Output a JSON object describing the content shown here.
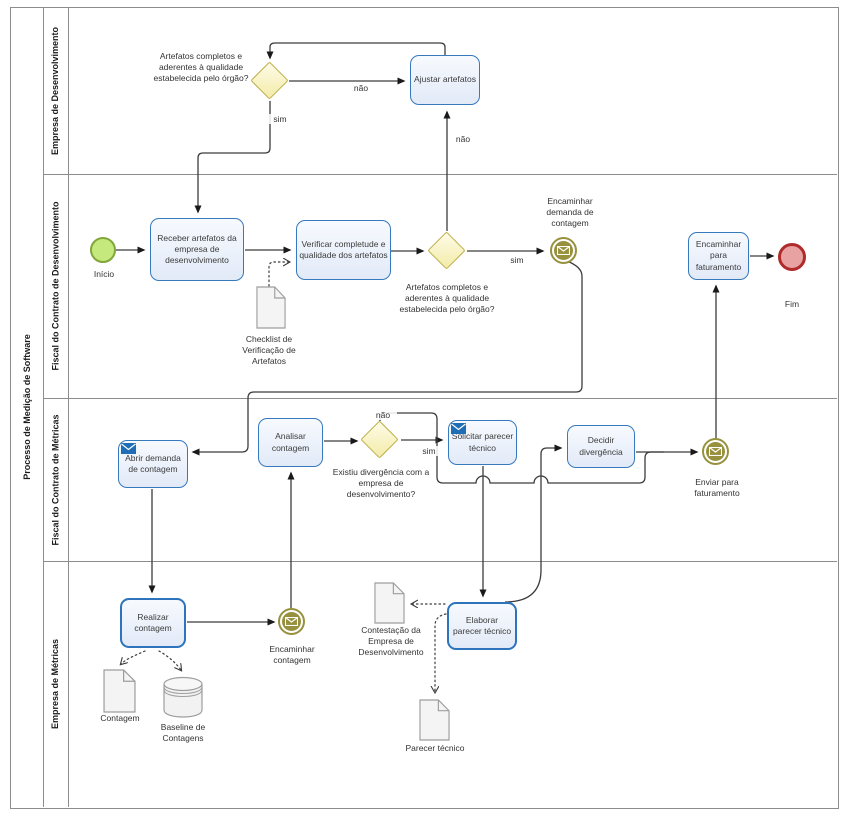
{
  "pool": {
    "title": "Processo de Medição de Software"
  },
  "lanes": [
    {
      "label": "Empresa de Desenvolvimento"
    },
    {
      "label": "Fiscal do Contrato de Desenvolvimento"
    },
    {
      "label": "Fiscal do Contrato de Métricas"
    },
    {
      "label": "Empresa de Métricas"
    }
  ],
  "tasks": {
    "ajustar": "Ajustar artefatos",
    "receber": "Receber artefatos da empresa de desenvolvimento",
    "verificar": "Verificar completude e qualidade dos artefatos",
    "encaminhar_faturamento": "Encaminhar para faturamento",
    "abrir_demanda": "Abrir demanda de contagem",
    "analisar": "Analisar contagem",
    "solicitar": "Solicitar parecer técnico",
    "decidir": "Decidir divergência",
    "realizar": "Realizar contagem",
    "elaborar": "Elaborar parecer técnico"
  },
  "gateways": {
    "g1_qualidade": "Artefatos completos e aderentes à qualidade estabelecida pelo órgão?",
    "g2_qualidade": "Artefatos completos e aderentes à qualidade estabelecida pelo órgão?",
    "g3_divergencia": "Existiu divergência com a empresa de desenvolvimento?"
  },
  "events": {
    "inicio": "Início",
    "fim": "Fim",
    "encaminhar_demanda": "Encaminhar demanda de contagem",
    "enviar_faturamento": "Enviar para faturamento",
    "encaminhar_contagem": "Encaminhar contagem"
  },
  "artifacts": {
    "checklist": "Checklist de Verificação de Artefatos",
    "contagem": "Contagem",
    "baseline": "Baseline de Contagens",
    "contestacao": "Contestação da Empresa de Desenvolvimento",
    "parecer": "Parecer técnico"
  },
  "edge_labels": {
    "sim": "sim",
    "nao": "não"
  },
  "colors": {
    "task_border": "#3679BD",
    "task_fill": "#E9EFFA",
    "gateway_border": "#BCAC41",
    "gateway_fill": "#FCF8D4",
    "start_fill": "#C6E97E",
    "start_border": "#82A63A",
    "end_fill": "#E9A2A2",
    "end_border": "#B02B2B",
    "message_olive": "#97913E",
    "envelope_blue": "#1E6DB5",
    "line": "#3C3C3C",
    "frame": "#8C8C8C"
  }
}
